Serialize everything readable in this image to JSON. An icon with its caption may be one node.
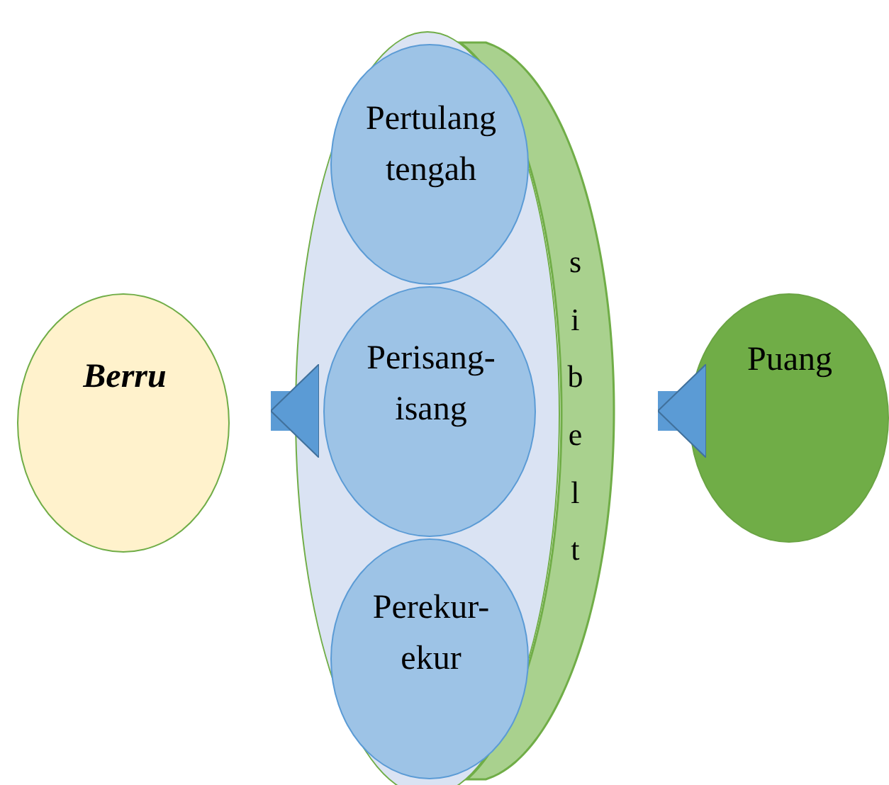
{
  "diagram": {
    "nodes": [
      {
        "text": [
          "Berru"
        ]
      },
      {
        "text": [],
        "shape": "ellipse"
      },
      {
        "text": [
          "Pertulang tengah"
        ],
        "in": 1
      },
      {
        "text": [
          "Perisang-isang"
        ],
        "in": 1
      },
      {
        "text": [
          "Perekur-ekur"
        ],
        "in": 1
      },
      {
        "text": [
          "sibelt"
        ]
      },
      {
        "text": [
          "Puang"
        ]
      }
    ],
    "edges": [
      {
        "from": 1,
        "to": 0,
        "arrow": "to"
      },
      {
        "from": 6,
        "to": 5,
        "arrow": "to"
      }
    ]
  }
}
